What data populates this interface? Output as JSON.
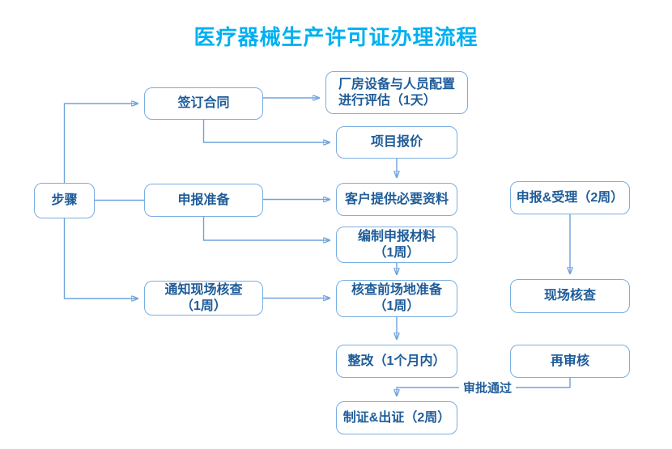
{
  "title": "医疗器械生产许可证办理流程",
  "nodes": {
    "steps": "步骤",
    "sign_contract": "签订合同",
    "declare_prep": "申报准备",
    "notify_inspection": "通知现场核查\n（1周）",
    "evaluate": "厂房设备与人员配置\n进行评估（1天）",
    "quote": "项目报价",
    "customer_materials": "客户提供必要资料",
    "compile_materials": "编制申报材料\n（1周）",
    "site_prep": "核查前场地准备\n（1周）",
    "rectify": "整改（1个月内）",
    "issue_cert": "制证&出证（2周）",
    "accept": "申报&受理（2周）",
    "onsite_inspection": "现场核查",
    "re_review": "再审核"
  },
  "edge_label": "审批通过",
  "colors": {
    "title": "#00B0F0",
    "box_border": "#79AEE2",
    "box_text": "#1F5C99",
    "connector": "#6FA3DB",
    "background": "#ffffff"
  }
}
